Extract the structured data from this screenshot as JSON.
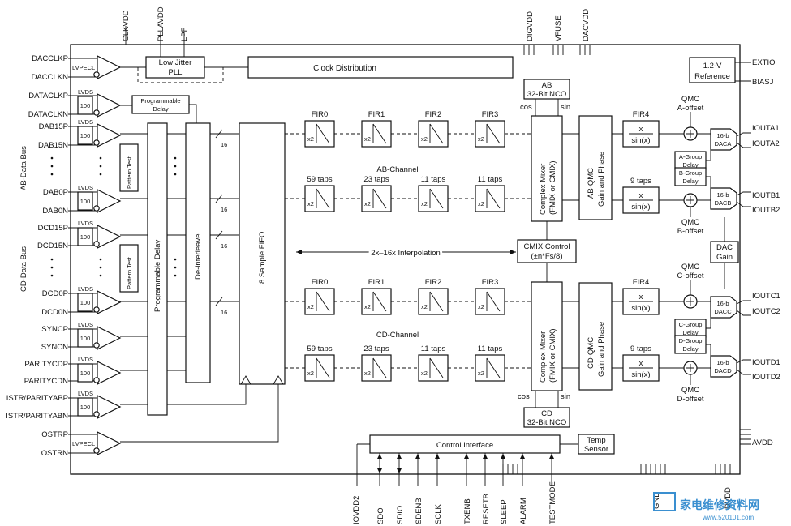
{
  "top_pins": [
    "CLKVDD",
    "PLLAVDD",
    "LPF",
    "DIGVDD",
    "VFUSE",
    "DACVDD"
  ],
  "bottom_pins": [
    "IOVDD2",
    "SDO",
    "SDIO",
    "SDENB",
    "SCLK",
    "TXENB",
    "RESETB",
    "SLEEP",
    "ALARM",
    "TESTMODE",
    "GND",
    "DVDD"
  ],
  "left_pins": [
    "DACCLKP",
    "DACCLKN",
    "DATACLKP",
    "DATACLKN",
    "DAB15P",
    "DAB15N",
    "DAB0P",
    "DAB0N",
    "DCD15P",
    "DCD15N",
    "DCD0P",
    "DCD0N",
    "SYNCP",
    "SYNCN",
    "PARITYCDP",
    "PARITYCDN",
    "ISTR/PARITYABP",
    "ISTR/PARITYABN",
    "OSTRP",
    "OSTRN"
  ],
  "right_pins": [
    "EXTIO",
    "BIASJ",
    "IOUTA1",
    "IOUTA2",
    "IOUTB1",
    "IOUTB2",
    "IOUTC1",
    "IOUTC2",
    "IOUTD1",
    "IOUTD2",
    "AVDD"
  ],
  "bus_labels": {
    "ab": "AB-Data Bus",
    "cd": "CD-Data Bus"
  },
  "rx": {
    "lvpecl": "LVPECL",
    "lvds": "LVDS",
    "term": "100"
  },
  "blocks": {
    "pll_line1": "Low Jitter",
    "pll_line2": "PLL",
    "clock_dist": "Clock Distribution",
    "ref_line1": "1.2-V",
    "ref_line2": "Reference",
    "prog_delay_line1": "Programmable",
    "prog_delay_line2": "Delay",
    "pattern_test": "Pattern Test",
    "programmable_delay": "Programmable Delay",
    "deinterleave": "De-interleave",
    "fifo": "8 Sample FIFO",
    "bus_width": "16",
    "nco_ab_line1": "AB",
    "nco_ab_line2": "32-Bit NCO",
    "nco_cd_line1": "CD",
    "nco_cd_line2": "32-Bit NCO",
    "cos": "cos",
    "sin": "sin",
    "mixer_line1": "Complex Mixer",
    "mixer_line2": "(FMIX or CMIX)",
    "qmc_ab_line1": "AB-QMC",
    "qmc_ab_line2": "Gain and Phase",
    "qmc_cd_line1": "CD-QMC",
    "qmc_cd_line2": "Gain and Phase",
    "cmix_line1": "CMIX Control",
    "cmix_line2": "(±n*Fs/8)",
    "interp": "2x–16x Interpolation",
    "ab_channel": "AB-Channel",
    "cd_channel": "CD-Channel",
    "control_interface": "Control Interface",
    "temp_line1": "Temp",
    "temp_line2": "Sensor",
    "dac_gain_line1": "DAC",
    "dac_gain_line2": "Gain",
    "x2": "x2",
    "sinc_num": "x",
    "sinc_den": "sin(x)"
  },
  "fir_names": [
    "FIR0",
    "FIR1",
    "FIR2",
    "FIR3"
  ],
  "fir4": "FIR4",
  "fir_taps": [
    "59 taps",
    "23 taps",
    "11 taps",
    "11 taps"
  ],
  "fir4_taps": "9 taps",
  "qmc_offsets": [
    [
      "QMC",
      "A-offset"
    ],
    [
      "QMC",
      "B-offset"
    ],
    [
      "QMC",
      "C-offset"
    ],
    [
      "QMC",
      "D-offset"
    ]
  ],
  "group_delays": [
    [
      "A-Group",
      "Delay"
    ],
    [
      "B-Group",
      "Delay"
    ],
    [
      "C-Group",
      "Delay"
    ],
    [
      "D-Group",
      "Delay"
    ]
  ],
  "dacs": [
    [
      "16-b",
      "DACA"
    ],
    [
      "16-b",
      "DACB"
    ],
    [
      "16-b",
      "DACC"
    ],
    [
      "16-b",
      "DACD"
    ]
  ],
  "watermark": {
    "text": "家电维修资料网",
    "url": "www.520101.com"
  }
}
